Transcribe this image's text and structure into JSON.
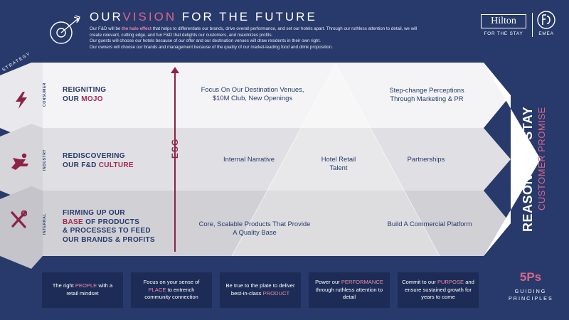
{
  "header": {
    "title_pre": "OUR",
    "title_accent": "VISION",
    "title_post": " FOR THE FUTURE",
    "intro_1": "Our F&D will be ",
    "intro_em": "the halo effect",
    "intro_2": " that helps to differentiate our brands, drive overall performance, and set our hotels apart. Through our ruthless attention to detail, we will create relevant, cutting edge, and fun F&D that delights our customers, and maximizes profits.",
    "intro_3": "Our guests will choose our hotels because of our offer and our destination venues will draw residents in their own right.",
    "intro_4": "Our owners will choose our brands and management because of the quality of our market-leading food and drink proposition."
  },
  "brand": {
    "hilton": "Hilton",
    "tagline": "FOR THE STAY",
    "region": "EMEA"
  },
  "strategy_label": "STRATEGY",
  "rows": [
    {
      "category": "CONSUMER",
      "title_1": "REIGNITING",
      "title_2_pre": "OUR ",
      "title_2_accent": "MOJO",
      "cell_a": "Focus On Our Destination Venues, $10M Club, New Openings",
      "cell_b": "Step-change Perceptions Through Marketing & PR"
    },
    {
      "category": "INDUSTRY",
      "title_1": "REDISCOVERING",
      "title_2_pre": "OUR F&D ",
      "title_2_accent": "CULTURE",
      "cell_a": "Internal Narrative",
      "cell_m": "Hotel Retail Talent",
      "cell_b": "Partnerships"
    },
    {
      "category": "INTERNAL",
      "title_1": "FIRMING UP OUR",
      "title_2_accent": "BASE",
      "title_2_post": " OF PRODUCTS",
      "title_3": "& PROCESSES TO FEED",
      "title_4": "OUR BRANDS & PROFITS",
      "cell_a": "Core, Scalable Products That Provide A Quality Base",
      "cell_b": "Build A Commercial Platform"
    }
  ],
  "esg": "ESG",
  "side": {
    "reasons": "REASONS TO STAY",
    "promise": "CUSTOMER PROMISE"
  },
  "principles": [
    {
      "pre": "The right ",
      "accent": "PEOPLE",
      "post": " with a retail mindset"
    },
    {
      "pre": "Focus on your sense of ",
      "accent": "PLACE",
      "post": " to entrench community connection"
    },
    {
      "pre": "Be true to the plate to deliver best-in-class ",
      "accent": "PRODUCT",
      "post": ""
    },
    {
      "pre": "Power our ",
      "accent": "PERFORMANCE",
      "post": " through ruthless attention to detail"
    },
    {
      "pre": "Commit to our ",
      "accent": "PURPOSE",
      "post": " and ensure sustained growth for years to come"
    }
  ],
  "fivep": "5Ps",
  "guiding": "GUIDING PRINCIPLES",
  "colors": {
    "background": "#283a6b",
    "accent_pink": "#d9668a",
    "accent_burgundy": "#8c2346",
    "box_dark": "#1d2c56"
  }
}
